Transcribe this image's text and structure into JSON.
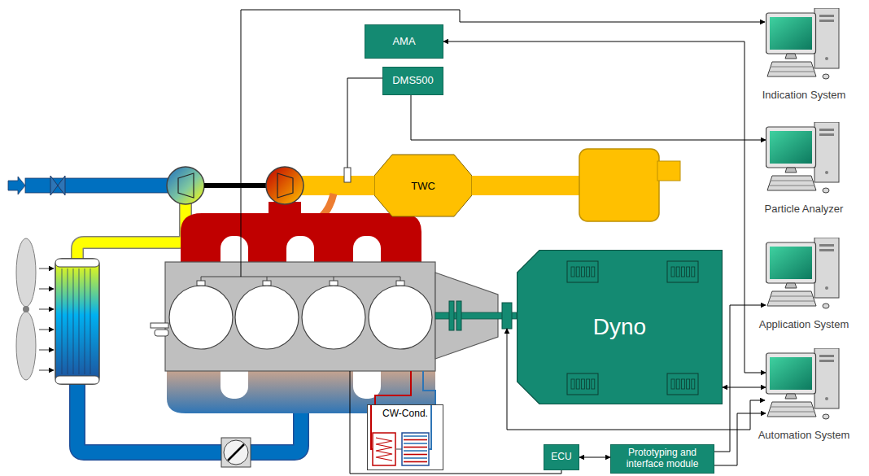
{
  "diagram": {
    "nodes": [
      {
        "text": [
          "Indication System"
        ]
      },
      {
        "text": [
          "AMA"
        ]
      },
      {
        "text": [
          "DMS500"
        ]
      },
      {
        "text": [
          "Particle Analyzer"
        ]
      },
      {
        "text": [
          "TWC"
        ]
      },
      {
        "text": [
          "Application System"
        ]
      },
      {
        "text": [
          "Dyno"
        ]
      },
      {
        "text": [
          "Automation System"
        ]
      },
      {
        "text": [
          "CW-Cond."
        ]
      },
      {
        "text": [
          "ECU"
        ]
      },
      {
        "text": [
          "Prototyping and interface module"
        ]
      }
    ],
    "edges": [
      {
        "from": 1,
        "to": 7,
        "arrow": "both"
      },
      {
        "from": 2,
        "to": 3,
        "arrow": "to"
      },
      {
        "from": 6,
        "to": 7,
        "arrow": "both"
      },
      {
        "from": 9,
        "to": 10,
        "arrow": "both"
      },
      {
        "from": 10,
        "to": 5,
        "arrow": "to"
      },
      {
        "from": 10,
        "to": 7,
        "arrow": "to"
      }
    ]
  }
}
